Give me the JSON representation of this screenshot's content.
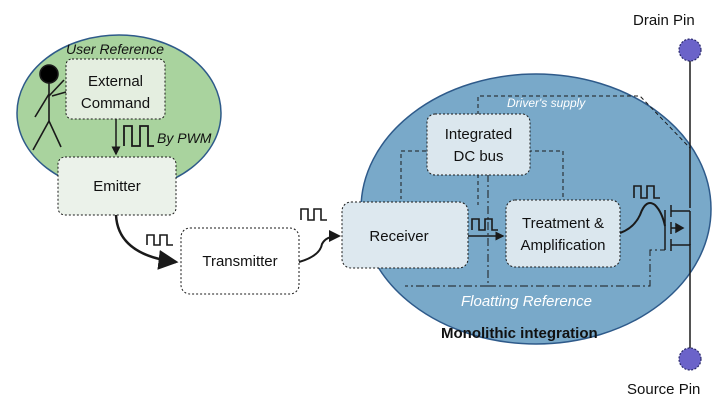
{
  "labels": {
    "drain_pin": "Drain Pin",
    "source_pin": "Source Pin",
    "user_reference": "User Reference",
    "external_command_line1": "External",
    "external_command_line2": "Command",
    "by_pwm": "By PWM",
    "emitter": "Emitter",
    "transmitter": "Transmitter",
    "receiver": "Receiver",
    "integrated_dc_bus_line1": "Integrated",
    "integrated_dc_bus_line2": "DC bus",
    "drivers_supply": "Driver's supply",
    "treatment_line1": "Treatment &",
    "treatment_line2": "Amplification",
    "floating_reference": "Floatting Reference",
    "monolithic_integration": "Monolithic integration"
  },
  "colors": {
    "user_zone_fill": "#a9d39e",
    "monolithic_zone_fill": "#79a9c9",
    "pin_fill": "#6b63c9",
    "box_fill_light": "#e8f0ee",
    "stroke": "#1a1a1a"
  }
}
